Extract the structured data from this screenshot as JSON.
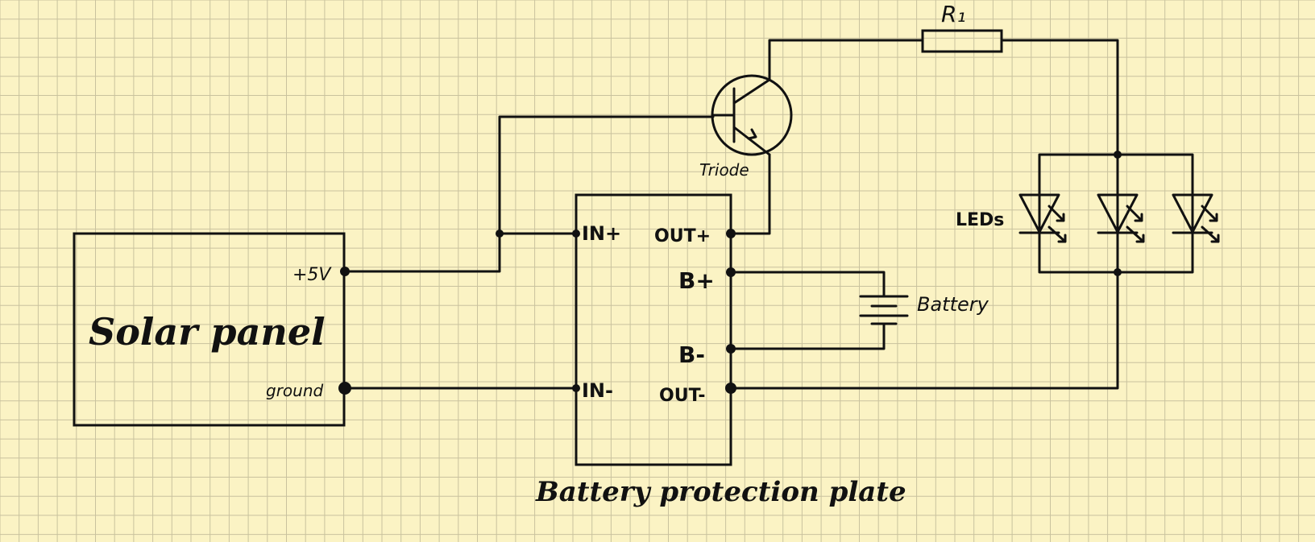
{
  "colors": {
    "paper": "#fbf3c4",
    "grid": "#c9c29e",
    "ink": "#111111"
  },
  "solar_panel": {
    "title": "Solar panel",
    "pos_terminal": "+5V",
    "gnd_terminal": "ground"
  },
  "protection_plate": {
    "title": "Battery protection plate",
    "in_pos": "IN+",
    "in_neg": "IN-",
    "out_pos": "OUT+",
    "b_pos": "B+",
    "b_neg": "B-",
    "out_neg": "OUT-"
  },
  "battery": {
    "label": "Battery"
  },
  "transistor": {
    "label": "Triode"
  },
  "resistor": {
    "label": "R₁"
  },
  "leds": {
    "label": "LEDs"
  }
}
